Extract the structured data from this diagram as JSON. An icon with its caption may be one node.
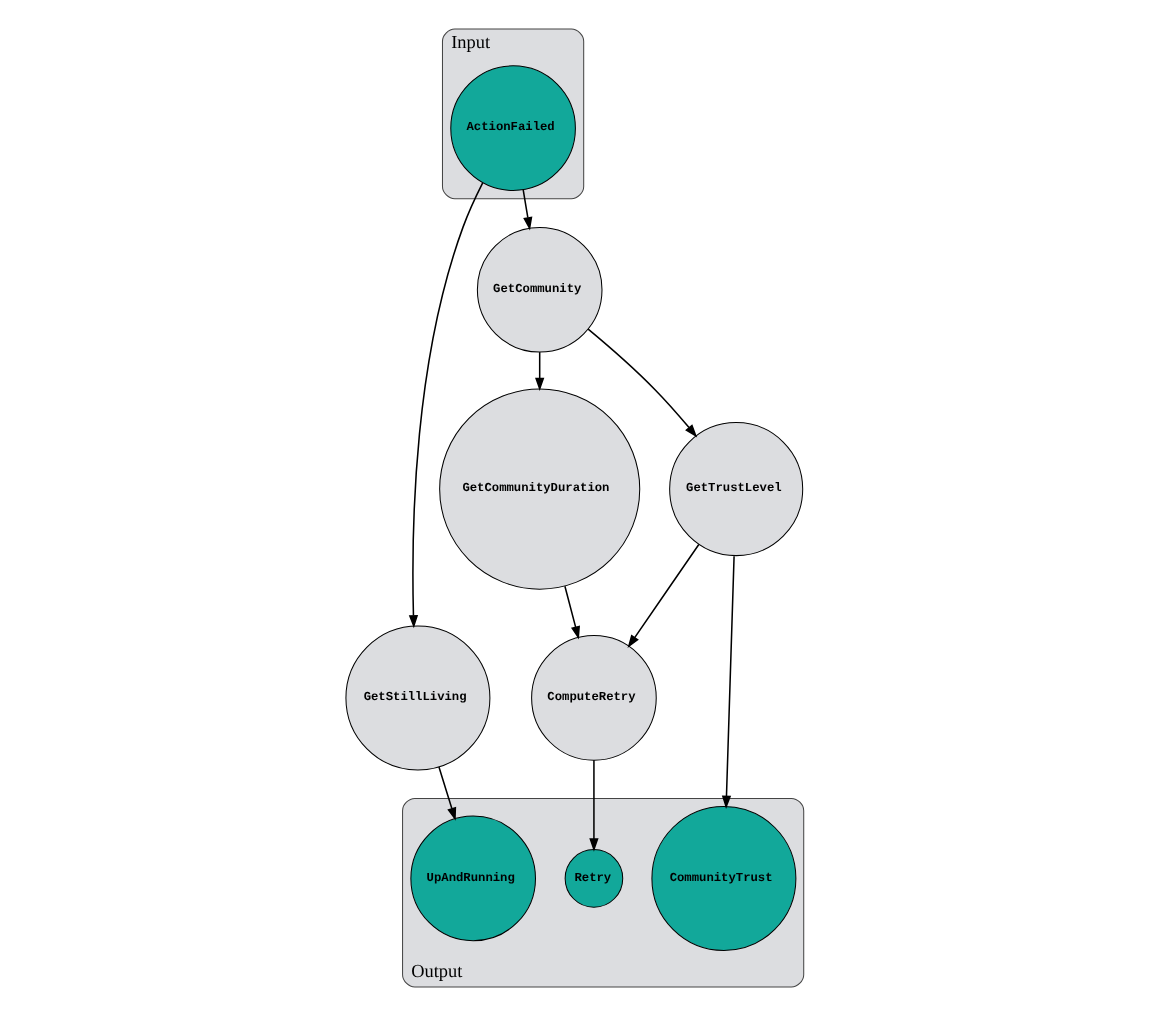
{
  "diagram": {
    "nodes": [
      {
        "text": [
          "Input"
        ]
      },
      {
        "text": [
          "ActionFailed"
        ],
        "in": 0
      },
      {
        "text": [
          "GetStillLiving"
        ]
      },
      {
        "text": [
          "GetCommunity"
        ]
      },
      {
        "text": [
          "GetTrustLevel"
        ]
      },
      {
        "text": [
          "GetCommunityDuration"
        ]
      },
      {
        "text": [
          "ComputeRetry"
        ]
      },
      {
        "text": [
          "Output"
        ]
      },
      {
        "text": [
          "UpAndRunning"
        ],
        "in": 7
      },
      {
        "text": [
          "CommunityTrust"
        ],
        "in": 7
      },
      {
        "text": [
          "Retry"
        ],
        "in": 7
      }
    ],
    "edges": [
      {
        "from": 1,
        "to": 2,
        "arrow": "to"
      },
      {
        "from": 1,
        "to": 3,
        "arrow": "to"
      },
      {
        "from": 3,
        "to": 4,
        "arrow": "to"
      },
      {
        "from": 3,
        "to": 5,
        "arrow": "to"
      },
      {
        "from": 4,
        "to": 6,
        "arrow": "to"
      },
      {
        "from": 5,
        "to": 6,
        "arrow": "to"
      },
      {
        "from": 2,
        "to": 8,
        "arrow": "to"
      },
      {
        "from": 4,
        "to": 9,
        "arrow": "to"
      },
      {
        "from": 6,
        "to": 10,
        "arrow": "to"
      }
    ]
  }
}
